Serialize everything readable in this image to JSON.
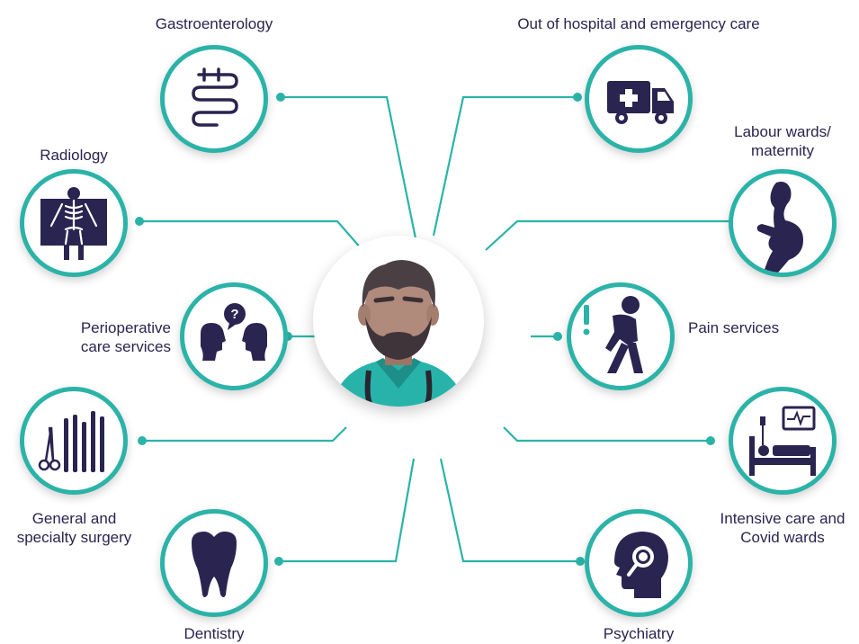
{
  "accent_color": "#2bb3a8",
  "icon_color": "#2a2450",
  "center": {
    "icon": "doctor-avatar"
  },
  "specialties": [
    {
      "id": "gastroenterology",
      "label": "Gastroenterology",
      "icon": "intestine-icon"
    },
    {
      "id": "emergency",
      "label": "Out of hospital and emergency care",
      "icon": "ambulance-icon"
    },
    {
      "id": "radiology",
      "label": "Radiology",
      "icon": "xray-skeleton-icon"
    },
    {
      "id": "maternity",
      "label_line1": "Labour wards/",
      "label_line2": "maternity",
      "icon": "pregnant-woman-icon"
    },
    {
      "id": "perioperative",
      "label_line1": "Perioperative",
      "label_line2": "care services",
      "icon": "consultation-heads-icon"
    },
    {
      "id": "pain",
      "label": "Pain services",
      "icon": "back-pain-icon"
    },
    {
      "id": "surgery",
      "label_line1": "General and",
      "label_line2": "specialty surgery",
      "icon": "surgical-instruments-icon"
    },
    {
      "id": "intensive",
      "label_line1": "Intensive care and",
      "label_line2": "Covid wards",
      "icon": "hospital-bed-monitor-icon"
    },
    {
      "id": "dentistry",
      "label": "Dentistry",
      "icon": "tooth-icon"
    },
    {
      "id": "psychiatry",
      "label": "Psychiatry",
      "icon": "head-magnifier-icon"
    }
  ]
}
